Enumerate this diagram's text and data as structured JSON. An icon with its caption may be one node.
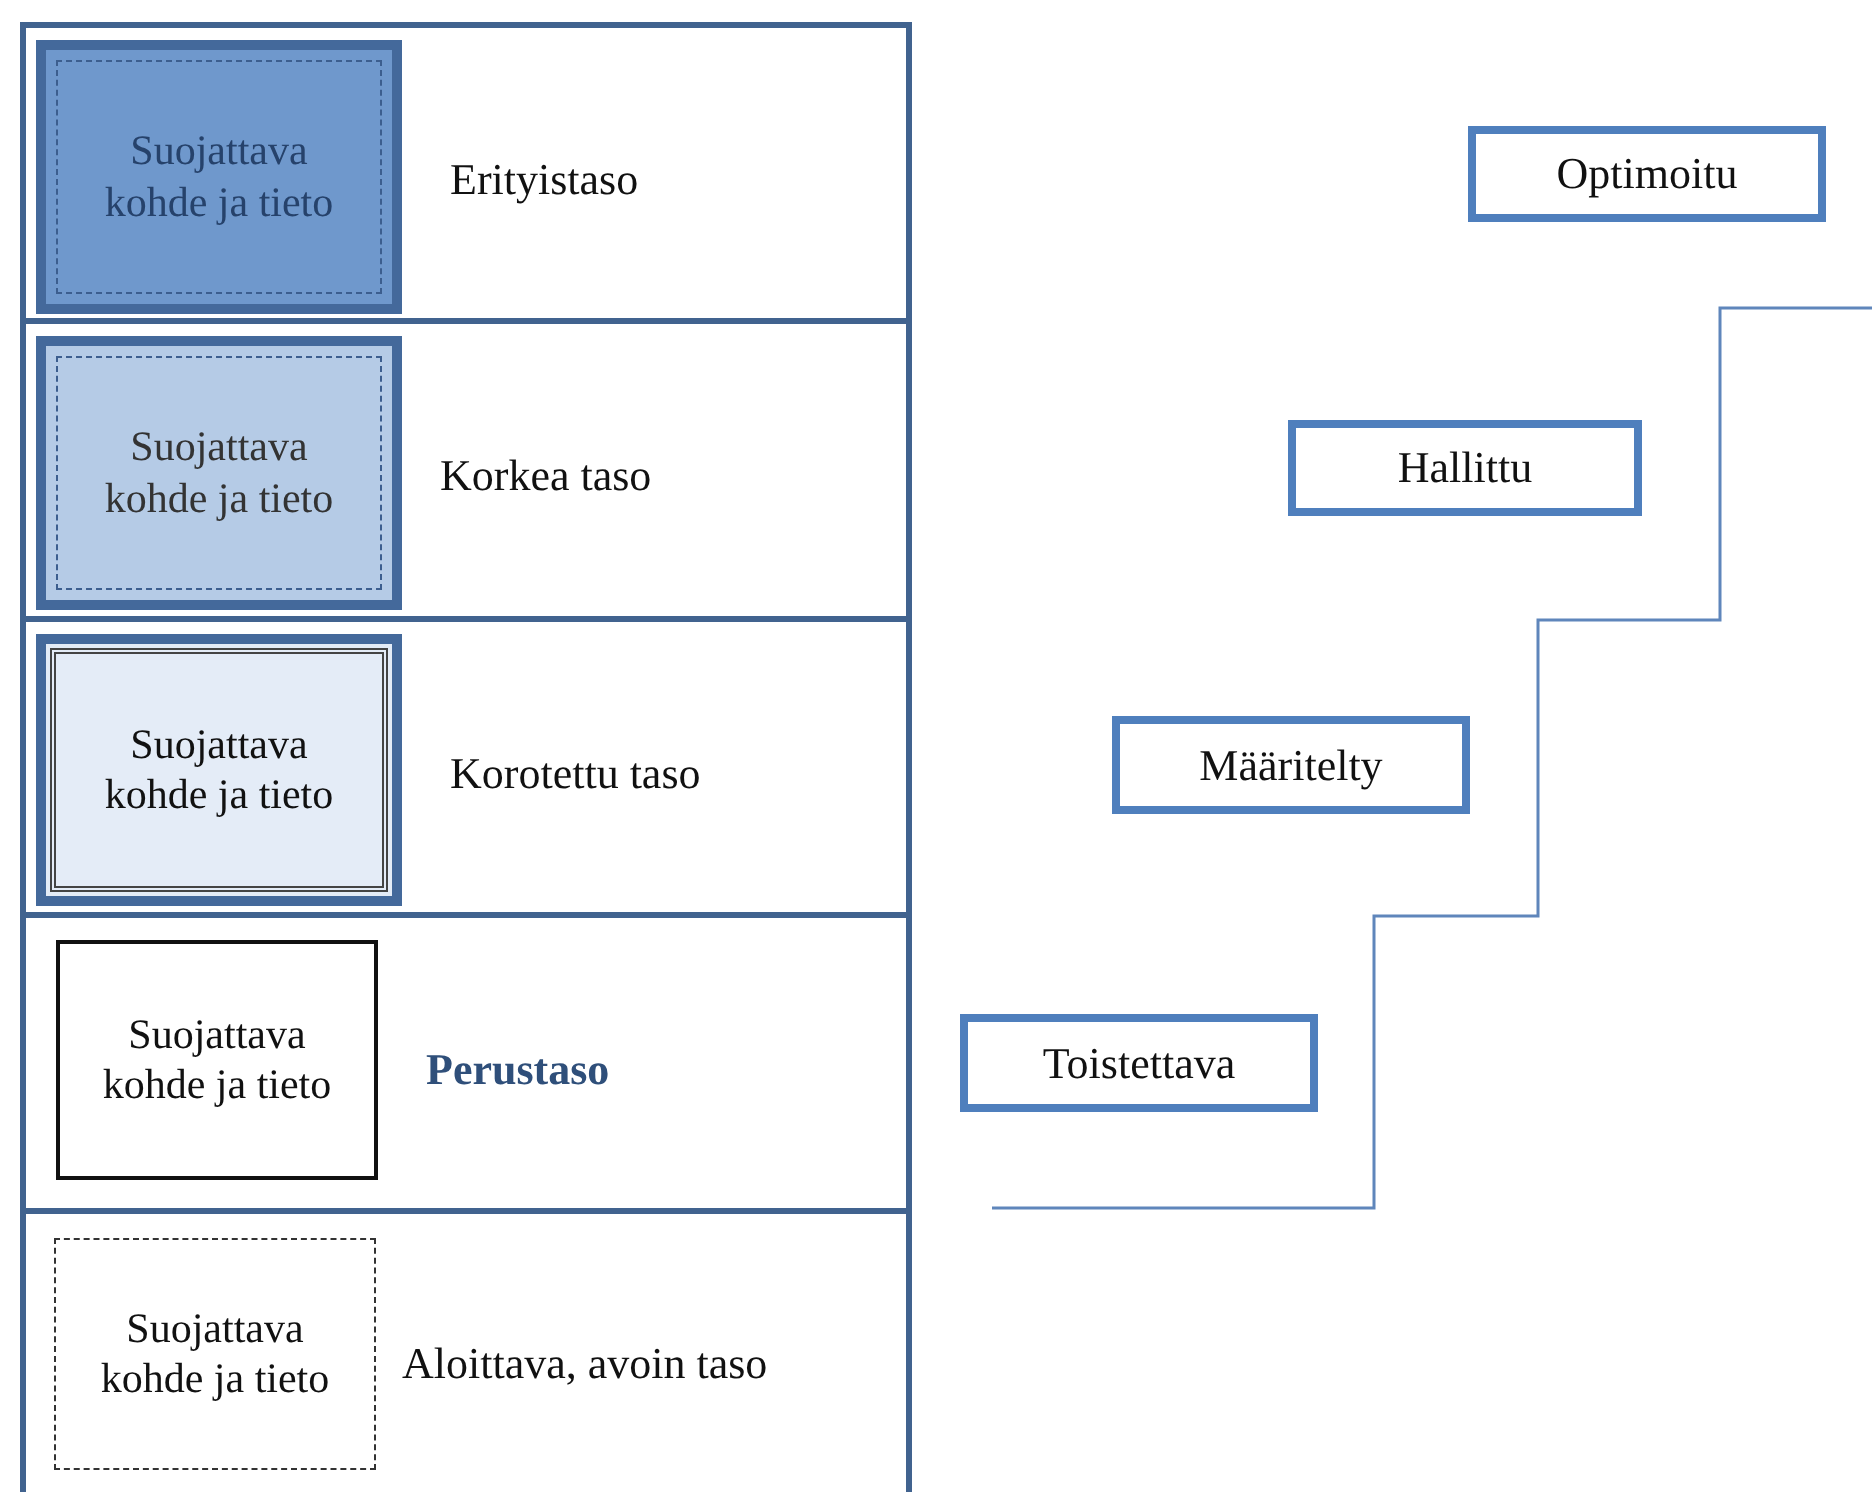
{
  "diagram": {
    "nodes": [
      {
        "text": [
          "Erityistaso"
        ]
      },
      {
        "text": [
          "Suojattava kohde ja tieto"
        ],
        "in": 0
      },
      {
        "text": [
          "Korkea taso"
        ]
      },
      {
        "text": [
          "Suojattava kohde ja tieto"
        ],
        "in": 2
      },
      {
        "text": [
          "Korotettu taso"
        ]
      },
      {
        "text": [
          "Suojattava kohde ja tieto"
        ],
        "in": 4
      },
      {
        "text": [
          "Perustaso"
        ]
      },
      {
        "text": [
          "Suojattava kohde ja tieto"
        ],
        "in": 6
      },
      {
        "text": [
          "Aloittava, avoin taso"
        ]
      },
      {
        "text": [
          "Suojattava kohde ja tieto"
        ],
        "in": 8
      },
      {
        "text": [
          "Optimoitu"
        ]
      },
      {
        "text": [
          "Hallittu"
        ]
      },
      {
        "text": [
          "Määritelty"
        ]
      },
      {
        "text": [
          "Toistettava"
        ]
      }
    ]
  }
}
